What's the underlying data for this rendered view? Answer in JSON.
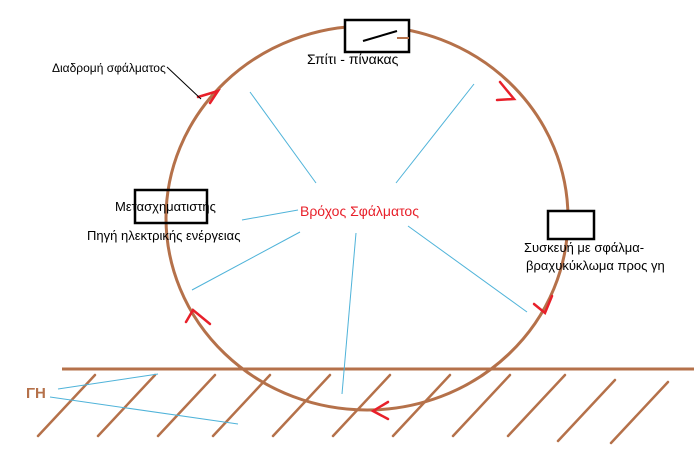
{
  "labels": {
    "fault_path": "Διαδρομή σφάλματος",
    "house_panel": "Σπίτι - πίνακας",
    "fault_loop": "Βρόχος Σφάλματος",
    "transformer": "Μετασχηματιστής",
    "power_source": "Πηγή ηλεκτρικής ενέργειας",
    "device_line1": "Συσκευή με σφάλμα-",
    "device_line2": "βραχυκύκλωμα προς γη",
    "ground": "ΓΗ"
  },
  "colors": {
    "loop": "#b5714a",
    "arrow": "#e8202a",
    "spoke": "#4fb3d9",
    "center_text": "#e8202a",
    "ground_text": "#b5714a",
    "hatch": "#b5714a",
    "box": "#000000"
  }
}
